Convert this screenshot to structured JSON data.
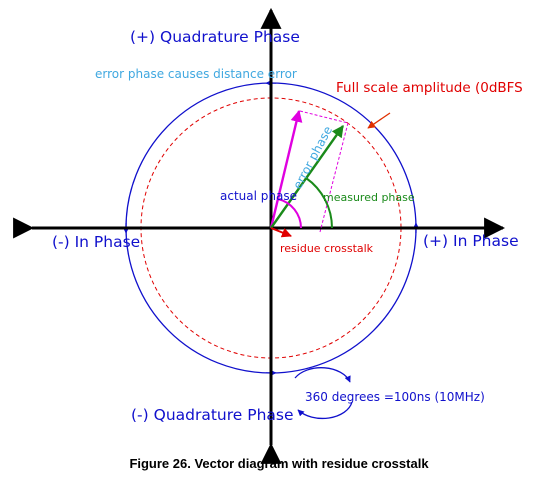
{
  "diagram": {
    "labels": {
      "quad_pos": "(+) Quadrature Phase",
      "quad_neg": "(-) Quadrature Phase",
      "in_pos": "(+) In Phase",
      "in_neg": "(-) In Phase",
      "error_distance": "error phase causes distance error",
      "full_scale": "Full scale amplitude (0dBFS",
      "actual_phase": "actual phase",
      "measured_phase": "measured phase",
      "error_phase": "error phase",
      "residue_crosstalk": "residue crosstalk",
      "period": "360 degrees =100ns (10MHz)"
    },
    "caption": "Figure 26. Vector diagram with residue crosstalk",
    "colors": {
      "axis": "#000000",
      "circle": "#1010cc",
      "full_scale": "#e00000",
      "actual_vector": "#e000e0",
      "measured_vector": "#1a8a1a",
      "error_text": "#40a8e0",
      "label_blue": "#1010cc",
      "measured_text": "#1a8a1a"
    }
  }
}
